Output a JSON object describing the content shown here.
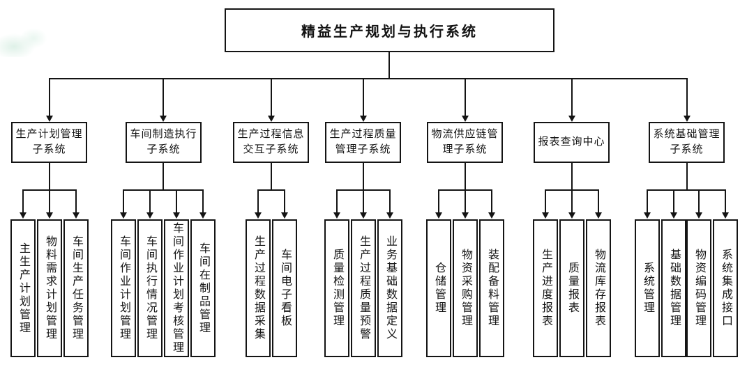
{
  "diagram": {
    "title": "精益生产规划与执行系统",
    "line_color": "#141414",
    "background_color": "#ffffff",
    "groups": [
      {
        "label": "生产计划管理\n子系统",
        "children": [
          "主生产计划管理",
          "物料需求计划管理",
          "车间生产任务管理"
        ]
      },
      {
        "label": "车间制造执行\n子系统",
        "children": [
          "车间作业计划管理",
          "车间执行情况管理",
          "车间作业计划考核管理",
          "车间在制品管理"
        ]
      },
      {
        "label": "生产过程信息\n交互子系统",
        "children": [
          "生产过程数据采集",
          "车间电子看板"
        ]
      },
      {
        "label": "生产过程质量\n管理子系统",
        "children": [
          "质量检测管理",
          "生产过程质量预警",
          "业务基础数据定义"
        ]
      },
      {
        "label": "物流供应链管\n理子系统",
        "children": [
          "仓储管理",
          "物资采购管理",
          "装配备料管理"
        ]
      },
      {
        "label": "报表查询中心",
        "children": [
          "生产进度报表",
          "质量报表",
          "物流库存报表"
        ]
      },
      {
        "label": "系统基础管理\n子系统",
        "children": [
          "系统管理",
          "基础数据管理",
          "物资编码管理",
          "系统集成接口"
        ]
      }
    ]
  }
}
